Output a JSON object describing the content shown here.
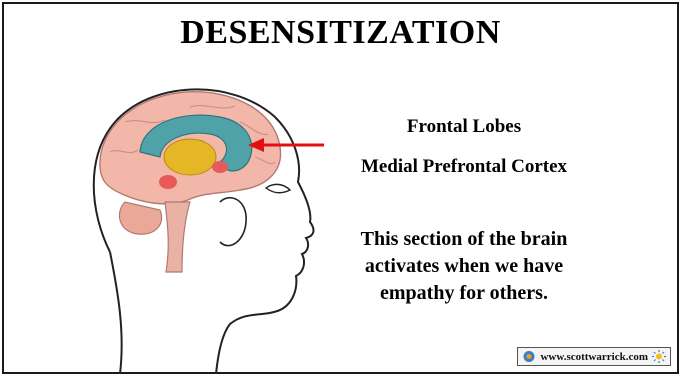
{
  "slide": {
    "title": "DESENSITIZATION",
    "labels": [
      "Frontal Lobes",
      "Medial Prefrontal Cortex"
    ],
    "body": [
      "This section of the brain",
      "activates when we have",
      "empathy for others."
    ],
    "website": "www.scottwarrick.com"
  },
  "colors": {
    "arrow": "#e01010",
    "brain": "#f2b7a8",
    "limbic_ring": "#4fa3a8",
    "thalamus": "#e5b626",
    "amygdala": "#e85a5a"
  },
  "icons": [
    "head-profile-illustration",
    "arrow-icon",
    "logo-icon",
    "sun-icon"
  ]
}
